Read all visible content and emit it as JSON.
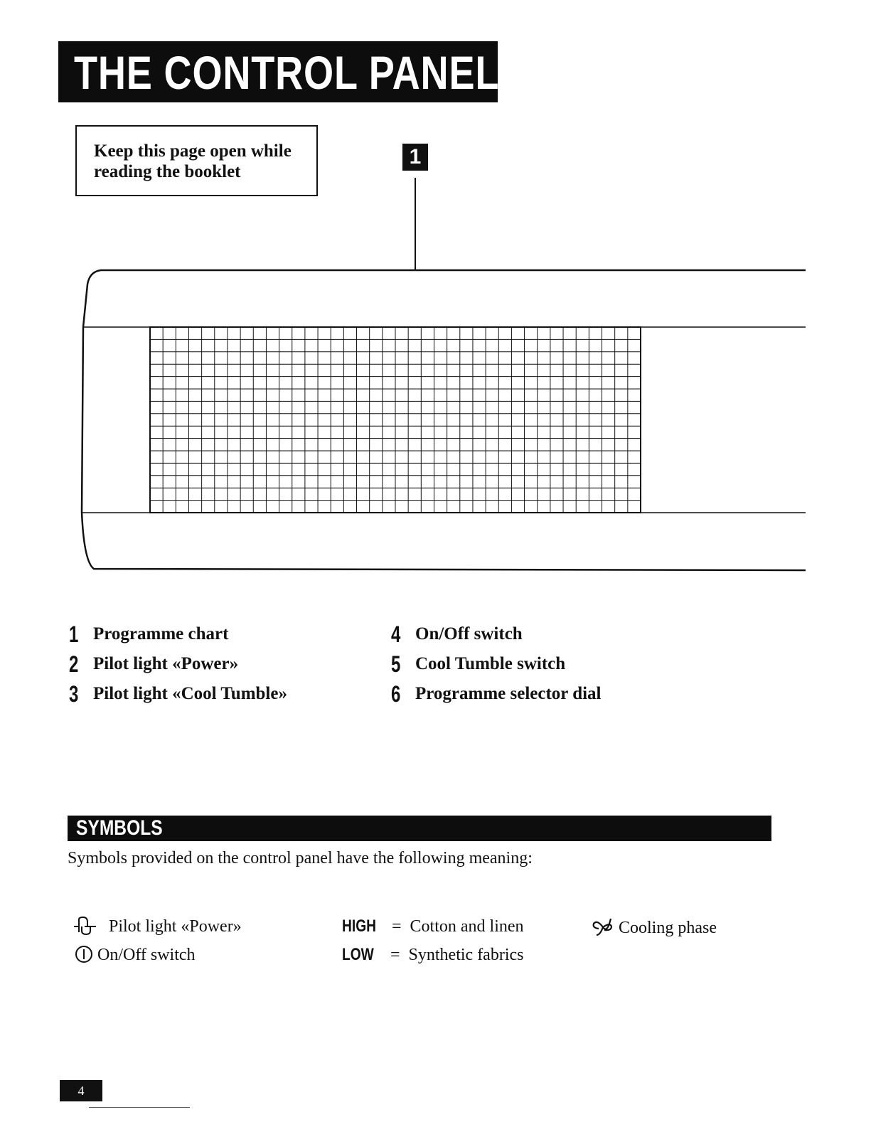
{
  "header": {
    "title": "THE CONTROL PANEL"
  },
  "note": {
    "line1": "Keep this page open while",
    "line2": "reading the booklet"
  },
  "callout": {
    "number": "1"
  },
  "legend_left": [
    {
      "num": "1",
      "label": "Programme chart"
    },
    {
      "num": "2",
      "label": "Pilot light «Power»"
    },
    {
      "num": "3",
      "label": "Pilot light «Cool Tumble»"
    }
  ],
  "legend_right": [
    {
      "num": "4",
      "label": "On/Off switch"
    },
    {
      "num": "5",
      "label": "Cool Tumble switch"
    },
    {
      "num": "6",
      "label": "Programme selector dial"
    }
  ],
  "symbols": {
    "heading": "SYMBOLS",
    "intro": "Symbols provided on the control panel have the following meaning:",
    "power_label": "Pilot light «Power»",
    "onoff_label": "On/Off switch",
    "high_key": "HIGH",
    "high_eq": "=",
    "high_val": "Cotton and linen",
    "low_key": "LOW",
    "low_eq": "=",
    "low_val": "Synthetic fabrics",
    "cooling_label": "Cooling phase"
  },
  "page": {
    "number": "4"
  }
}
